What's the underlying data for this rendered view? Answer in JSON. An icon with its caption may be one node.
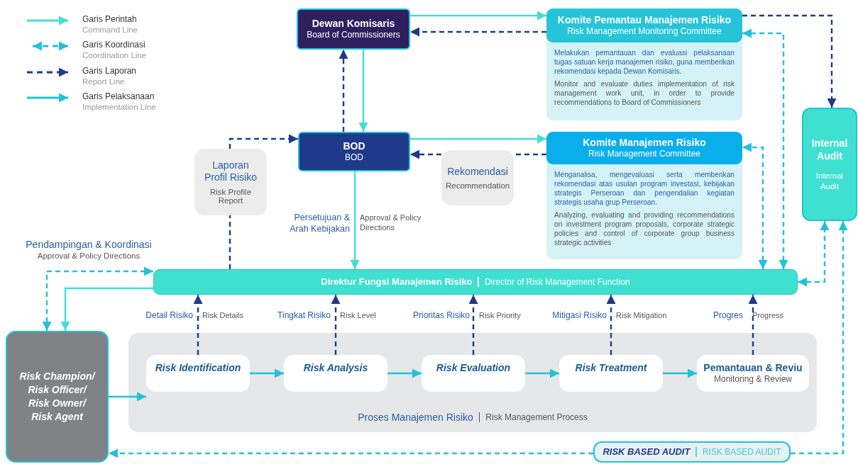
{
  "diagram": {
    "nodes": [
      {
        "text": [
          "Dewan Komisaris",
          "Board of Commissioners"
        ]
      },
      {
        "text": [
          "Komite Pemantau Manajemen Risiko",
          "Risk Management Monitoring Committee",
          "Melakukan pemantauan dan evaluasi pelaksanaan tugas satuan kerja manajemen risiko, guna memberikan rekomendasi kepada Dewan Komisaris.",
          "Monitor and evaluate duties implementation of risk management work unit, in order to provide recommendations to Board of Commissioners"
        ]
      },
      {
        "text": [
          "BOD",
          "BOD"
        ]
      },
      {
        "text": [
          "Komite Manajemen Risiko",
          "Risk Management Committee",
          "Menganalisa, mengevaluasi serta memberikan rekomendasi atas usulan program investasi, kebijakan strategis Perseroan dan pengendalian kegiatan strategis usaha grup Perseroan.",
          "Analyzing, evaluating and providing recommendations on investment program proposals, corporate strategic policies and control of corporate group business strategic activities"
        ]
      },
      {
        "text": [
          "Laporan Profil Risiko",
          "Risk Profile Report"
        ]
      },
      {
        "text": [
          "Rekomendasi",
          "Recommendation"
        ]
      },
      {
        "text": [
          "Internal Audit",
          "Internal Audit"
        ]
      },
      {
        "text": [
          "Direktur Fungsi Manajemen Risiko",
          "Director of Risk Management Function"
        ]
      },
      {
        "text": [
          "Risk Champion/ Risk Officer/ Risk Owner/ Risk Agent"
        ]
      },
      {
        "text": [
          "Proses Manajemen Risiko",
          "Risk Management Process"
        ]
      },
      {
        "text": [
          "Risk Identification"
        ],
        "in": 9
      },
      {
        "text": [
          "Risk Analysis"
        ],
        "in": 9
      },
      {
        "text": [
          "Risk Evaluation"
        ],
        "in": 9
      },
      {
        "text": [
          "Risk Treatment"
        ],
        "in": 9
      },
      {
        "text": [
          "Pemantauan & Reviu",
          "Monitoring & Review"
        ],
        "in": 9
      },
      {
        "text": [
          "RISK BASED AUDIT",
          "RISK BASED AUDIT"
        ]
      }
    ],
    "edges": [
      {
        "from": 0,
        "to": 1,
        "arrow": "to",
        "color": "#40e0d0"
      },
      {
        "from": 1,
        "to": 0,
        "arrow": "to",
        "style": "dashed"
      },
      {
        "from": 0,
        "to": 2,
        "arrow": "to",
        "color": "#40e0d0"
      },
      {
        "from": 2,
        "to": 0,
        "arrow": "to",
        "style": "dashed"
      },
      {
        "from": 2,
        "to": 3,
        "arrow": "to",
        "color": "#40e0d0"
      },
      {
        "from": 3,
        "to": 5,
        "arrow": "none",
        "style": "dashed"
      },
      {
        "from": 5,
        "to": 2,
        "arrow": "to",
        "style": "dashed"
      },
      {
        "from": 1,
        "to": 6,
        "arrow": "to",
        "style": "dashed"
      },
      {
        "from": 7,
        "to": 1,
        "arrow": "both",
        "style": "dashed",
        "color": "#22c1d8"
      },
      {
        "from": 7,
        "to": 3,
        "arrow": "both",
        "style": "dashed",
        "color": "#22c1d8"
      },
      {
        "from": 7,
        "to": 6,
        "arrow": "both",
        "style": "dashed",
        "color": "#22c1d8"
      },
      {
        "from": 2,
        "to": 7,
        "arrow": "to",
        "label": "Persetujuan & Arah Kebijakan",
        "color": "#40e0d0"
      },
      {
        "from": 7,
        "to": 4,
        "arrow": "none",
        "style": "dashed"
      },
      {
        "from": 4,
        "to": 2,
        "arrow": "to",
        "style": "dashed"
      },
      {
        "from": 7,
        "to": 8,
        "arrow": "to",
        "color": "#40e0d0"
      },
      {
        "from": 8,
        "to": 7,
        "arrow": "both",
        "style": "dashed",
        "color": "#22c1d8"
      },
      {
        "from": 8,
        "to": 10,
        "arrow": "to",
        "color": "#22c1d8"
      },
      {
        "from": 10,
        "to": 11,
        "arrow": "to",
        "color": "#22c1d8"
      },
      {
        "from": 11,
        "to": 12,
        "arrow": "to",
        "color": "#22c1d8"
      },
      {
        "from": 12,
        "to": 13,
        "arrow": "to",
        "color": "#22c1d8"
      },
      {
        "from": 13,
        "to": 14,
        "arrow": "to",
        "color": "#22c1d8"
      },
      {
        "from": 10,
        "to": 7,
        "arrow": "to",
        "style": "dashed",
        "label": "Detail Risiko"
      },
      {
        "from": 11,
        "to": 7,
        "arrow": "to",
        "style": "dashed",
        "label": "Tingkat Risiko"
      },
      {
        "from": 12,
        "to": 7,
        "arrow": "to",
        "style": "dashed",
        "label": "Prioritas Risiko"
      },
      {
        "from": 13,
        "to": 7,
        "arrow": "to",
        "style": "dashed",
        "label": "Mitigasi Risiko"
      },
      {
        "from": 14,
        "to": 7,
        "arrow": "to",
        "style": "dashed",
        "label": "Progres"
      },
      {
        "from": 15,
        "to": 6,
        "arrow": "to",
        "style": "dashed",
        "color": "#22c1d8"
      },
      {
        "from": 15,
        "to": 8,
        "arrow": "to",
        "style": "dashed",
        "color": "#22c1d8"
      }
    ],
    "labels": [
      "Command Line",
      "Coordination Line",
      "Report Line",
      "Implementation Line",
      "Pendampingan & Koordinasi",
      "Approval & Policy Directions",
      "Approval & Policy Directions",
      "Risk Details",
      "Risk Level",
      "Risk Priority",
      "Risk Mitigation",
      "Progress"
    ],
    "legend": [
      {
        "text": "Garis Perintah"
      },
      {
        "text": "Garis Koordinasi"
      },
      {
        "text": "Garis Laporan"
      },
      {
        "text": "Garis Pelaksanaan"
      }
    ]
  }
}
